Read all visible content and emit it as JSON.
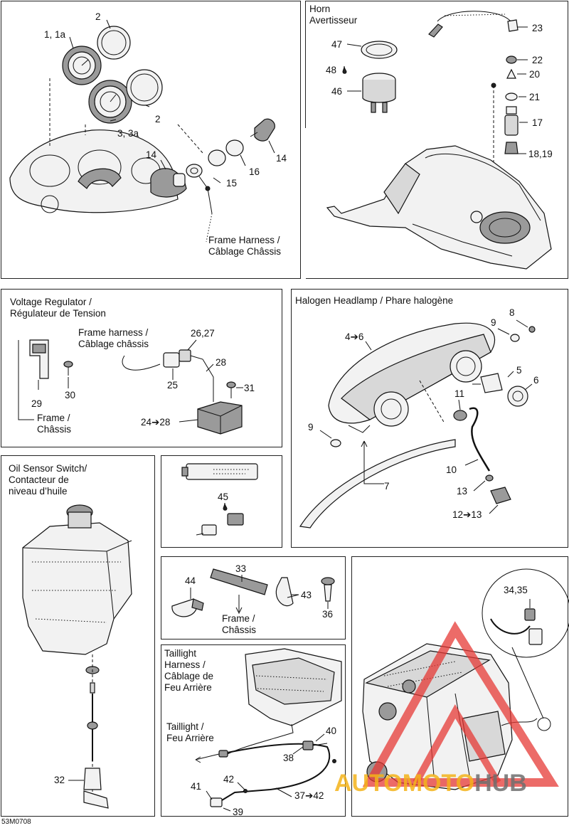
{
  "diagram_code": "53M0708",
  "watermark": {
    "part1": "AUTO",
    "part2": "MOTO",
    "part3": "HUB"
  },
  "panels": {
    "gauges": {
      "callouts": [
        "1, 1a",
        "2",
        "2",
        "3, 3a",
        "14",
        "14",
        "15",
        "16"
      ],
      "frame_harness": "Frame Harness /\nCâblage Châssis"
    },
    "horn": {
      "title": "Horn\nAvertisseur",
      "callouts": [
        "47",
        "48",
        "46"
      ]
    },
    "handlebar": {
      "callouts": [
        "23",
        "22",
        "20",
        "21",
        "17",
        "18,19"
      ]
    },
    "voltage_regulator": {
      "title": "Voltage Regulator /\nRégulateur de Tension",
      "frame_harness": "Frame harness /\nCâblage châssis",
      "frame": "Frame /\nChâssis",
      "callouts": [
        "26,27",
        "28",
        "25",
        "31",
        "29",
        "30",
        "24➔28"
      ]
    },
    "headlamp": {
      "title": "Halogen Headlamp / Phare halogène",
      "callouts": [
        "4➔6",
        "9",
        "8",
        "5",
        "6",
        "11",
        "9",
        "10",
        "7",
        "13",
        "12➔13"
      ]
    },
    "oil_sensor": {
      "title": "Oil Sensor Switch/\nContacteur de\nniveau d’huile",
      "callouts": [
        "32"
      ]
    },
    "grease": {
      "callouts": [
        "45"
      ]
    },
    "ties": {
      "callouts": [
        "33",
        "44",
        "43",
        "36"
      ],
      "frame": "Frame /\nChâssis"
    },
    "taillight": {
      "title": "Taillight\nHarness /\nCâblage de\nFeu Arrière",
      "taillight_label": "Taillight /\nFeu Arrière",
      "callouts": [
        "40",
        "38",
        "42",
        "41",
        "37➔42",
        "39"
      ]
    },
    "engine": {
      "callouts": [
        "34,35"
      ]
    }
  }
}
